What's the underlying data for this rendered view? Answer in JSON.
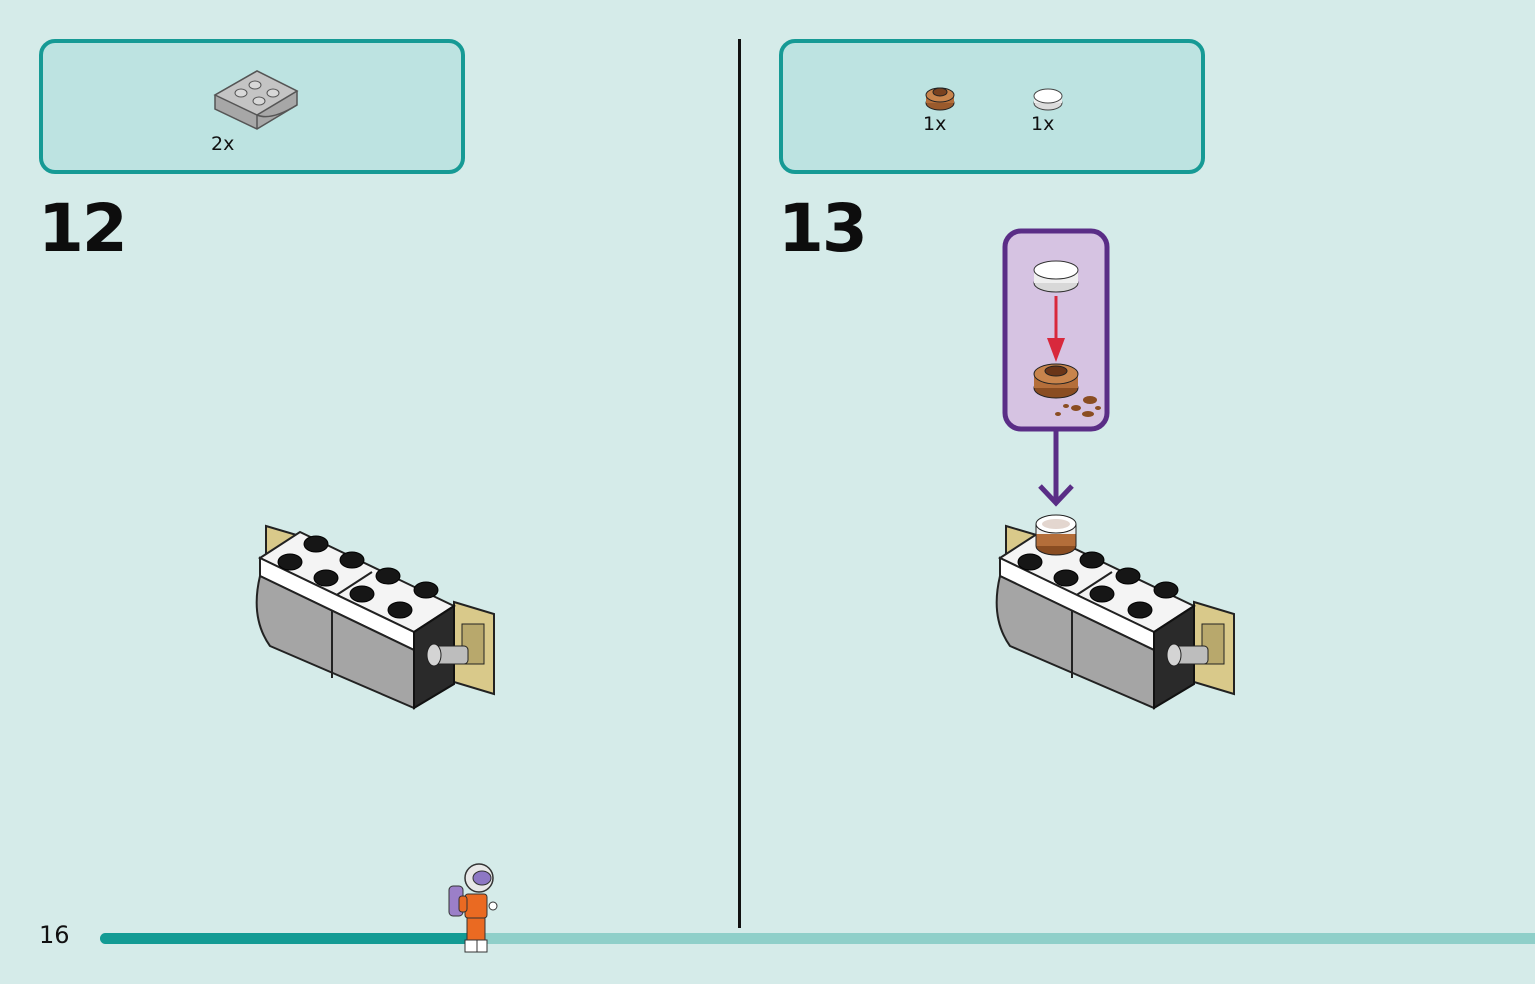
{
  "page": {
    "number": "16",
    "progress": 0.26
  },
  "steps": [
    {
      "number": "12",
      "parts": [
        {
          "name": "grey-inverted-slope-part",
          "qty": "2x"
        }
      ]
    },
    {
      "number": "13",
      "parts": [
        {
          "name": "brown-round-plate-part",
          "qty": "1x"
        },
        {
          "name": "white-round-plate-part",
          "qty": "1x"
        }
      ]
    }
  ],
  "colors": {
    "background": "#d5ebe9",
    "parts_box_border": "#169a95",
    "parts_box_fill": "#bde3e1",
    "callout_border": "#5a2d86",
    "callout_fill": "#d6c3e2",
    "arrow_red": "#d8283c",
    "arrow_purple": "#5a2d86",
    "progress_fill": "#139b94",
    "progress_track": "#8fcfc9"
  }
}
